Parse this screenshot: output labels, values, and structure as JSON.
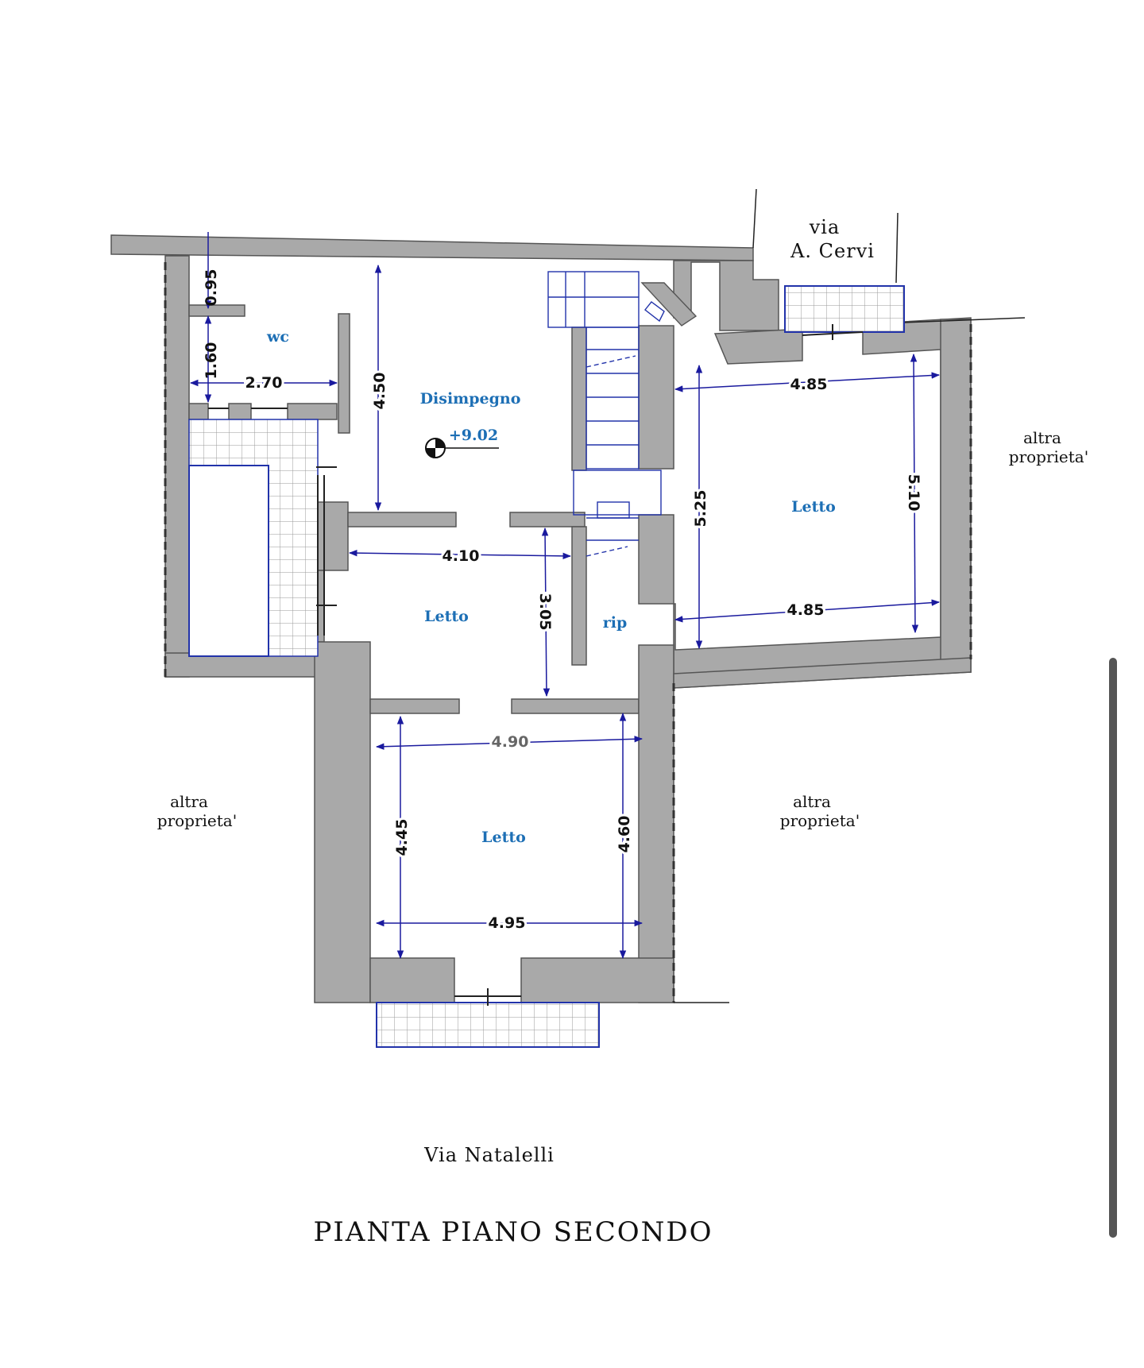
{
  "title": "PIANTA  PIANO  SECONDO",
  "colors": {
    "wall": "#a9a9a9",
    "wall_edge": "#555555",
    "room_label": "#1d6fb5",
    "dimension": "#1a1a9e",
    "text": "#111111"
  },
  "streets": {
    "via_cervi_line1": "via",
    "via_cervi_line2": "A.  Cervi",
    "via_natalelli": "Via  Natalelli"
  },
  "neighbors": {
    "line1": "altra",
    "line2": "proprieta'"
  },
  "rooms": {
    "wc": "wc",
    "disimpegno": "Disimpegno",
    "letto_center": "Letto",
    "letto_right": "Letto",
    "letto_bottom": "Letto",
    "ripostiglio": "rip"
  },
  "elevation": "+9.02",
  "dimensions": {
    "wc_height_top": "0.95",
    "wc_height": "1.60",
    "wc_width": "2.70",
    "disimpegno_height": "4.50",
    "letto_center_width": "4.10",
    "letto_center_height": "3.05",
    "letto_right_width_top": "4.85",
    "letto_right_width_bottom": "4.85",
    "letto_right_height_left": "5.25",
    "letto_right_height_right": "5.10",
    "letto_bottom_width_top": "4.90",
    "letto_bottom_width_bottom": "4.95",
    "letto_bottom_height_left": "4.45",
    "letto_bottom_height_right": "4.60"
  },
  "icons": {
    "elevation_marker": "elevation-benchmark-icon",
    "stair": "staircase-icon"
  }
}
